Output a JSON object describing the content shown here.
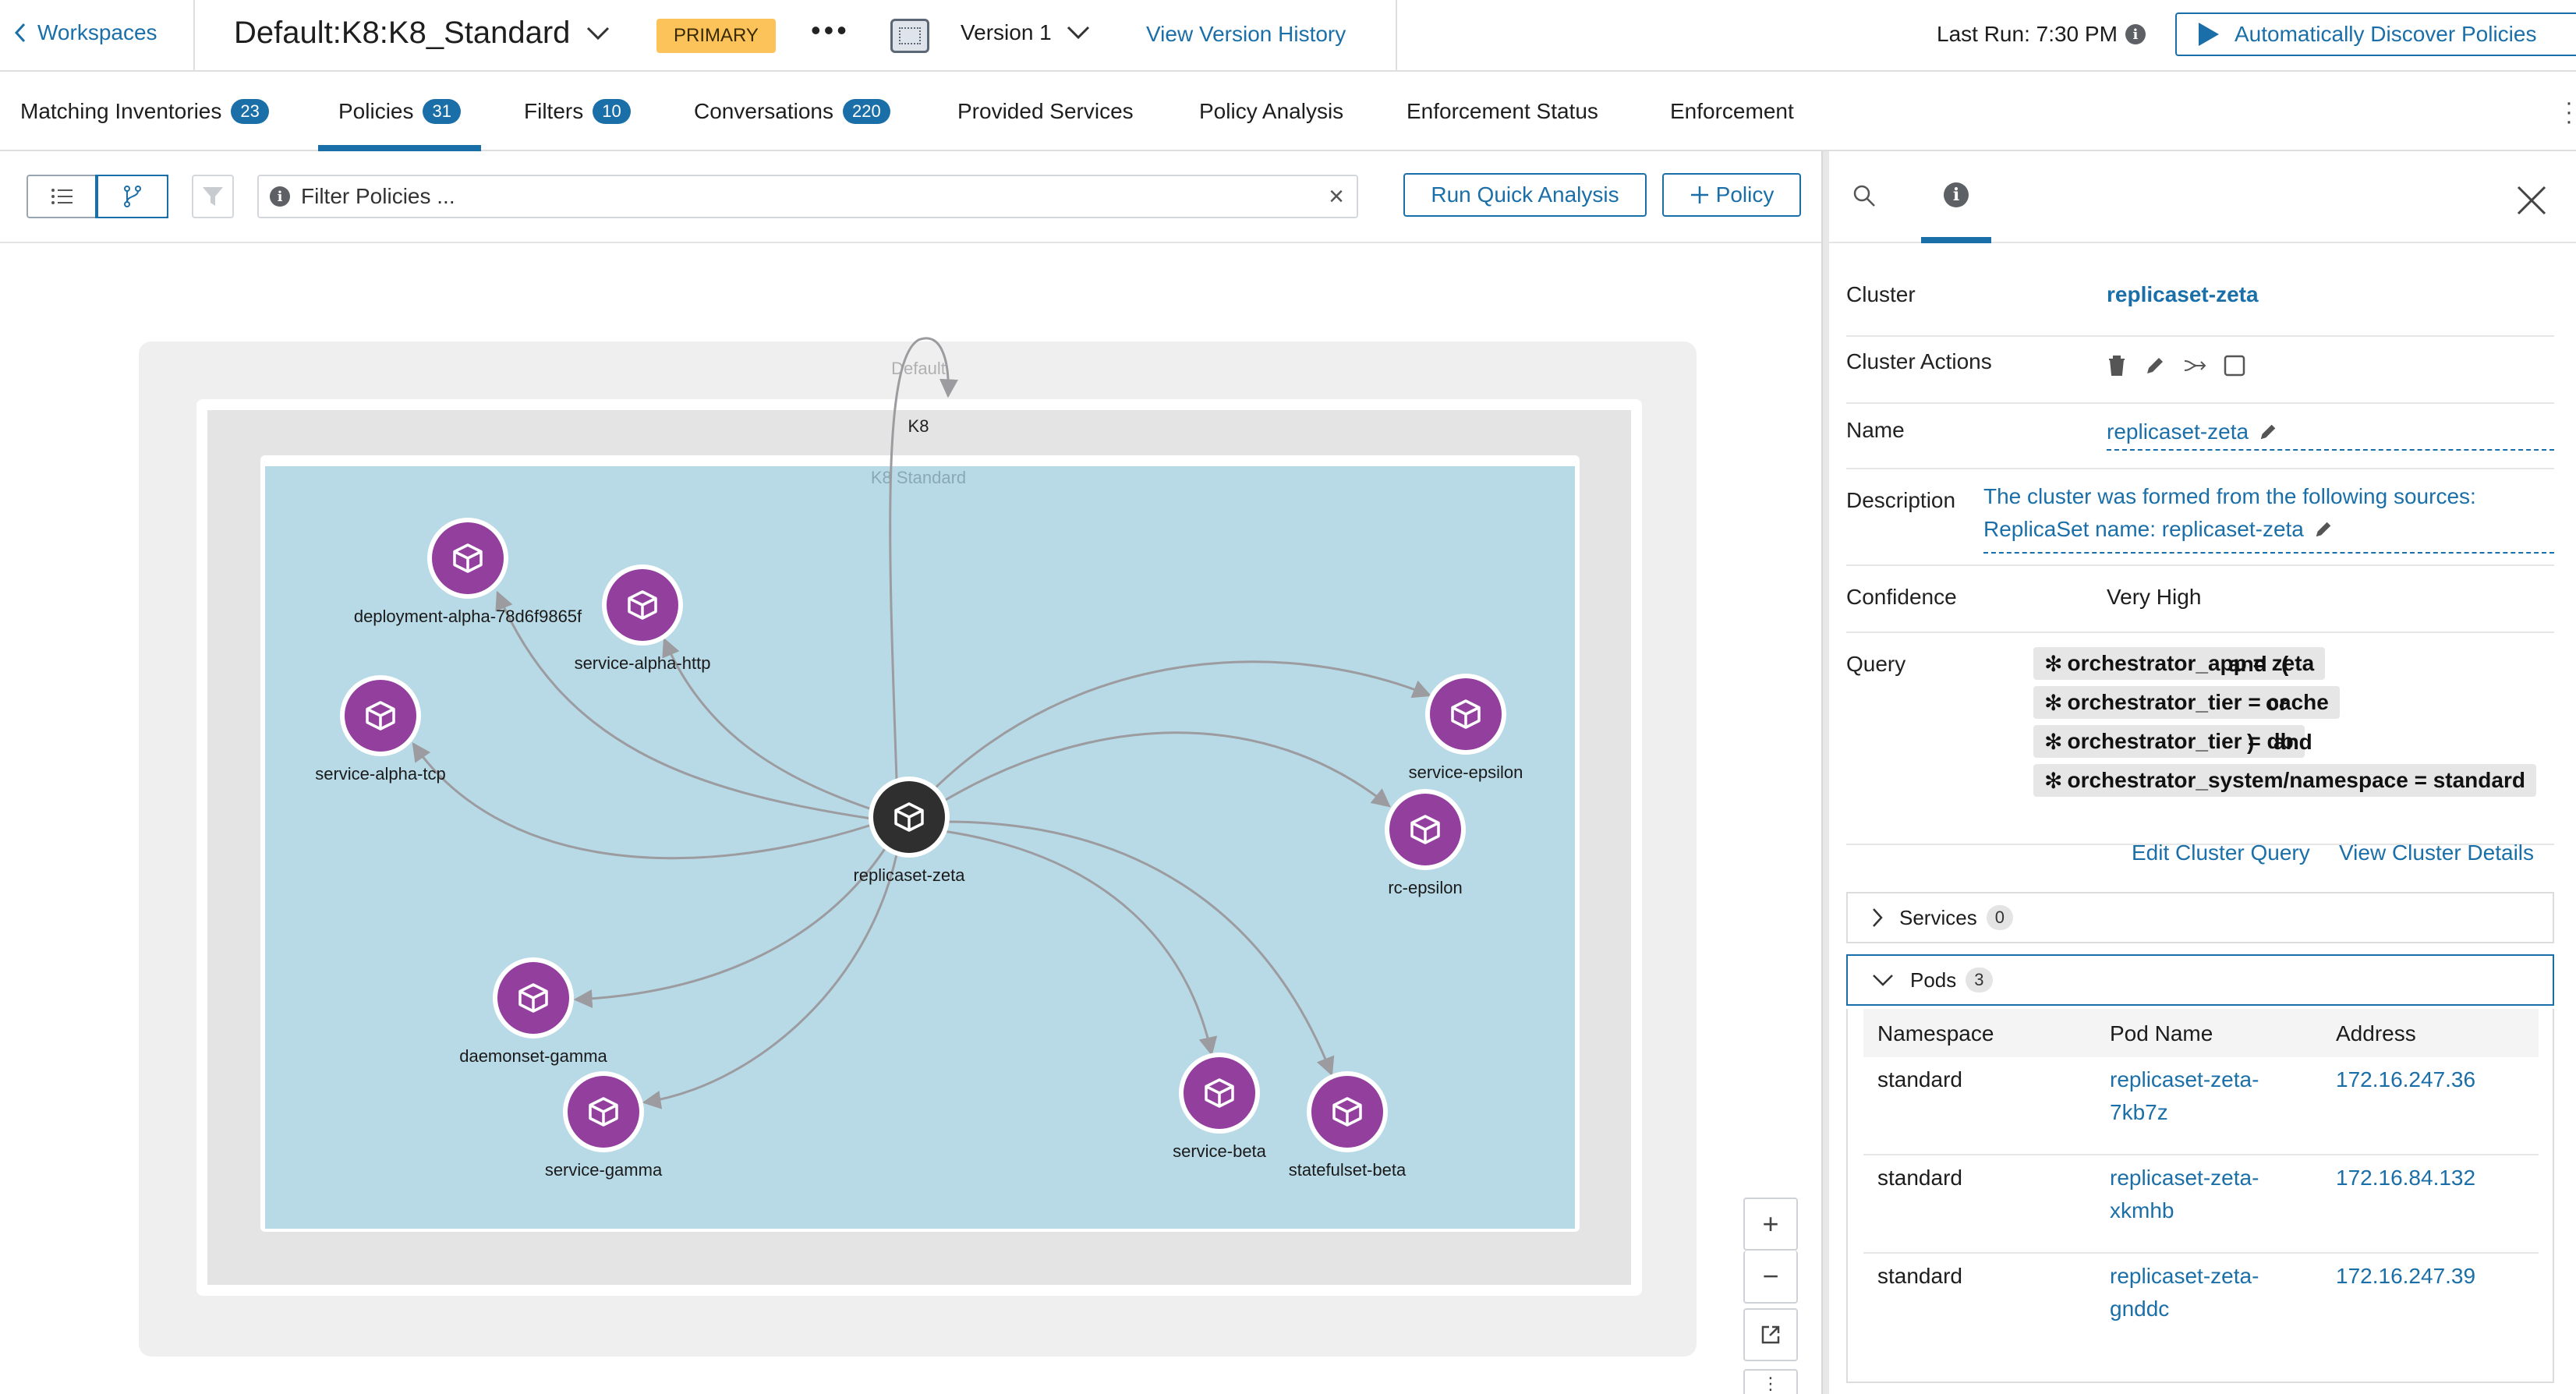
{
  "header": {
    "back_label": "Workspaces",
    "workspace_title": "Default:K8:K8_Standard",
    "primary_badge": "PRIMARY",
    "version_label": "Version 1",
    "version_history": "View Version History",
    "last_run": "Last Run: 7:30 PM",
    "discover_button": "Automatically Discover Policies"
  },
  "tabs": [
    {
      "label": "Matching Inventories",
      "count": "23"
    },
    {
      "label": "Policies",
      "count": "31",
      "active": true
    },
    {
      "label": "Filters",
      "count": "10"
    },
    {
      "label": "Conversations",
      "count": "220"
    },
    {
      "label": "Provided Services"
    },
    {
      "label": "Policy Analysis"
    },
    {
      "label": "Enforcement Status"
    },
    {
      "label": "Enforcement"
    }
  ],
  "toolbar": {
    "filter_placeholder": "Filter Policies ...",
    "quick_analysis": "Run Quick Analysis",
    "policy_button": "Policy"
  },
  "graph": {
    "outer_label": "Default",
    "mid_label": "K8",
    "inner_label": "K8 Standard",
    "center_node": "replicaset-zeta",
    "nodes": [
      {
        "id": "deployment-alpha",
        "label": "deployment-alpha-78d6f9865f"
      },
      {
        "id": "service-alpha-http",
        "label": "service-alpha-http"
      },
      {
        "id": "service-alpha-tcp",
        "label": "service-alpha-tcp"
      },
      {
        "id": "service-epsilon",
        "label": "service-epsilon"
      },
      {
        "id": "rc-epsilon",
        "label": "rc-epsilon"
      },
      {
        "id": "daemonset-gamma",
        "label": "daemonset-gamma"
      },
      {
        "id": "service-gamma",
        "label": "service-gamma"
      },
      {
        "id": "service-beta",
        "label": "service-beta"
      },
      {
        "id": "statefulset-beta",
        "label": "statefulset-beta"
      }
    ],
    "node_color": "#923f9e",
    "center_color": "#2f2f2f",
    "zone_color": "#b8dae6"
  },
  "panel": {
    "cluster_label": "Cluster",
    "cluster_value": "replicaset-zeta",
    "actions_label": "Cluster Actions",
    "name_label": "Name",
    "name_value": "replicaset-zeta",
    "description_label": "Description",
    "description_line1": "The cluster was formed from the following sources:",
    "description_line2": "ReplicaSet name: replicaset-zeta",
    "confidence_label": "Confidence",
    "confidence_value": "Very High",
    "query_label": "Query",
    "query": {
      "c1": "orchestrator_app = zeta",
      "op1": "and",
      "paren_open": "(",
      "c2": "orchestrator_tier = cache",
      "op2": "or",
      "c3": "orchestrator_tier = db",
      "paren_close": ")",
      "op3": "and",
      "c4": "orchestrator_system/namespace = standard"
    },
    "edit_query": "Edit Cluster Query",
    "view_details": "View Cluster Details",
    "services_label": "Services",
    "services_count": "0",
    "pods_label": "Pods",
    "pods_count": "3",
    "pods_columns": [
      "Namespace",
      "Pod Name",
      "Address"
    ],
    "pods": [
      {
        "namespace": "standard",
        "name_1": "replicaset-zeta-",
        "name_2": "7kb7z",
        "address": "172.16.247.36"
      },
      {
        "namespace": "standard",
        "name_1": "replicaset-zeta-",
        "name_2": "xkmhb",
        "address": "172.16.84.132"
      },
      {
        "namespace": "standard",
        "name_1": "replicaset-zeta-",
        "name_2": "gnddc",
        "address": "172.16.247.39"
      }
    ]
  }
}
